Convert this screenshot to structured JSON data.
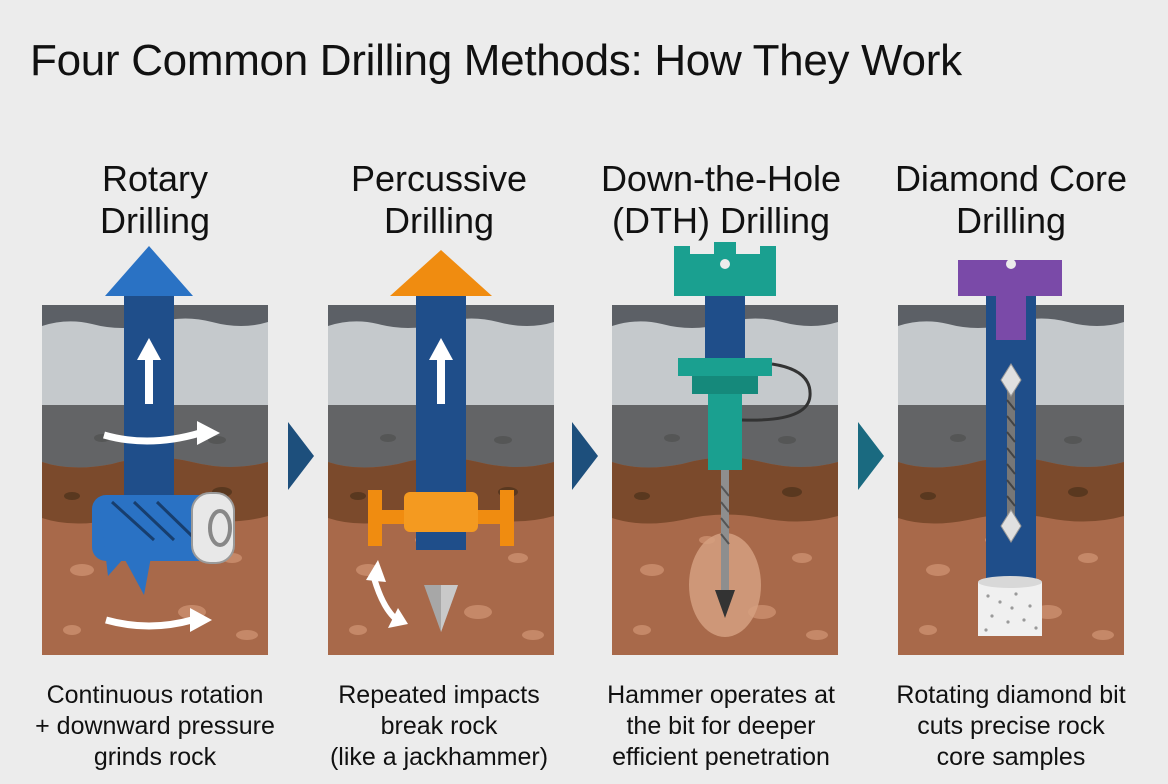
{
  "title": "Four Common Drilling Methods: How They Work",
  "methods": [
    {
      "title_lines": [
        "Rotary",
        "Drilling"
      ],
      "desc_lines": [
        "Continuous rotation",
        "+ downward pressure",
        "grinds rock"
      ],
      "accent": "#2a72c4"
    },
    {
      "title_lines": [
        "Percussive",
        "Drilling"
      ],
      "desc_lines": [
        "Repeated impacts",
        "break rock",
        "(like a jackhammer)"
      ],
      "accent": "#f08c10"
    },
    {
      "title_lines": [
        "Down-the-Hole",
        "(DTH) Drilling"
      ],
      "desc_lines": [
        "Hammer operates at",
        "the bit for deeper",
        "efficient penetration"
      ],
      "accent": "#1aa090"
    },
    {
      "title_lines": [
        "Diamond Core",
        "Drilling"
      ],
      "desc_lines": [
        "Rotating diamond bit",
        "cuts precise rock",
        "core samples"
      ],
      "accent": "#7a4aa8"
    }
  ],
  "colors": {
    "background": "#ececec",
    "shaft": "#1f4e8a",
    "chevron": "#1d4f7c",
    "strata_top": "#5c6066",
    "strata_light": "#c5c9cc",
    "strata_dark": "#636466",
    "strata_brown": "#7b4a2c",
    "strata_tan": "#a8694a"
  }
}
